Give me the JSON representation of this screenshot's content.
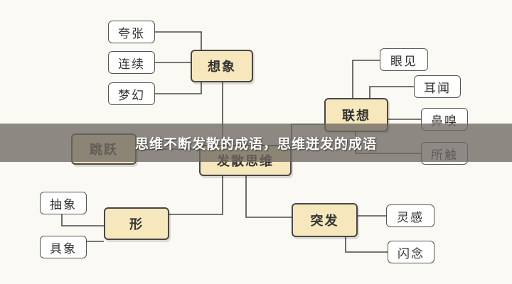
{
  "center": {
    "label": "发散思维"
  },
  "branches": [
    {
      "label": "想象",
      "leaves": [
        "夸张",
        "连续",
        "梦幻"
      ]
    },
    {
      "label": "联想",
      "leaves": [
        "眼见",
        "耳闻",
        "鼻嗅",
        "所触"
      ]
    },
    {
      "label": "跳跃",
      "leaves": []
    },
    {
      "label": "形",
      "leaves": [
        "抽象",
        "具象"
      ]
    },
    {
      "label": "突发",
      "leaves": [
        "灵感",
        "闪念"
      ]
    }
  ],
  "banner": {
    "title": "思维不断发散的成语，思维迸发的成语"
  }
}
